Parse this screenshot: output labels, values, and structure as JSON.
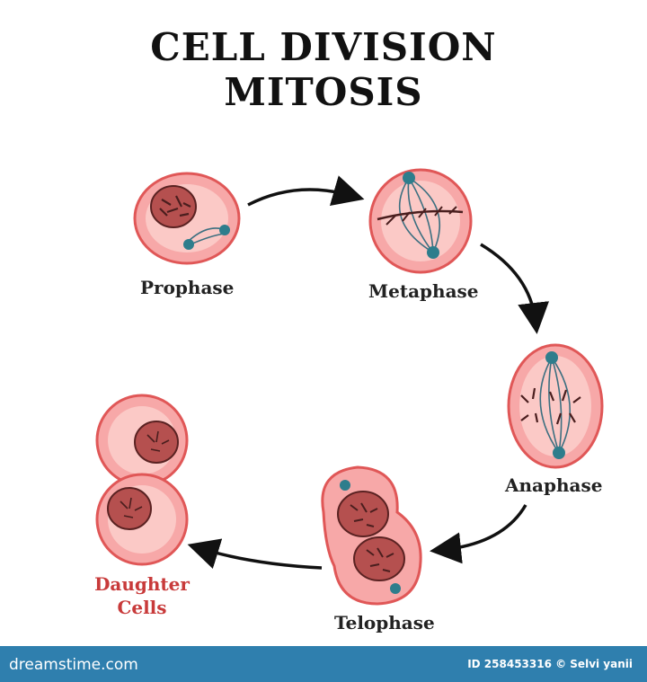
{
  "title": {
    "line1": "CELL DIVISION",
    "line2": "MITOSIS"
  },
  "stages": [
    {
      "key": "prophase",
      "label": "Prophase"
    },
    {
      "key": "metaphase",
      "label": "Metaphase"
    },
    {
      "key": "anaphase",
      "label": "Anaphase"
    },
    {
      "key": "telophase",
      "label": "Telophase"
    },
    {
      "key": "daughter",
      "label_line1": "Daughter",
      "label_line2": "Cells"
    }
  ],
  "colors": {
    "cell_fill": "#f7a8a8",
    "cell_inner": "#fbc9c6",
    "cell_stroke": "#e05757",
    "nucleus": "#b5504f",
    "chromosome": "#4a1e1e",
    "centrosome": "#2e7d8c",
    "spindle": "#3c6f80",
    "label_red": "#c83a3a",
    "footer": "#2f7fae"
  },
  "footer": {
    "brand": "dreamstime.com",
    "credit": "ID 258453316 © Selvi yanii"
  }
}
